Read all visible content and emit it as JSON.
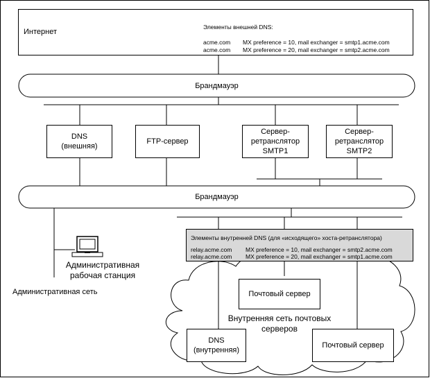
{
  "internet": {
    "title": "Интернет",
    "dns_header": "Элементы внешней DNS:",
    "records": [
      {
        "host": "acme.com",
        "record": "MX preference = 10, mail exchanger = smtp1.acme.com"
      },
      {
        "host": "acme.com",
        "record": "MX preference = 20, mail exchanger = smtp2.acme.com"
      }
    ]
  },
  "firewall_top": "Брандмауэр",
  "firewall_bottom": "Брандмауэр",
  "servers": [
    {
      "label": "DNS\n(внешняя)"
    },
    {
      "label": "FTP-сервер"
    },
    {
      "label": "Сервер-\nретранслятор\nSMTP1"
    },
    {
      "label": "Сервер-\nретранслятор\nSMTP2"
    }
  ],
  "internal_dns": {
    "header": "Элементы внутренней DNS (для «исходящего» хоста-ретранслятора)",
    "records": [
      {
        "host": "relay.acme.com",
        "record": "MX preference = 10, mail exchanger = smtp2.acme.com"
      },
      {
        "host": "relay.acme.com",
        "record": "MX preference = 20, mail exchanger = smtp1.acme.com"
      }
    ]
  },
  "admin": {
    "workstation": "Административная\nрабочая станция",
    "network": "Административная сеть"
  },
  "cloud": {
    "label": "Внутренняя сеть почтовых\nсерверов",
    "mail_server_1": "Почтовый сервер",
    "mail_server_2": "Почтовый сервер",
    "dns_internal": "DNS\n(внутренняя)"
  },
  "colors": {
    "internal_dns_fill": "#d9d9d9",
    "line": "#000000"
  }
}
